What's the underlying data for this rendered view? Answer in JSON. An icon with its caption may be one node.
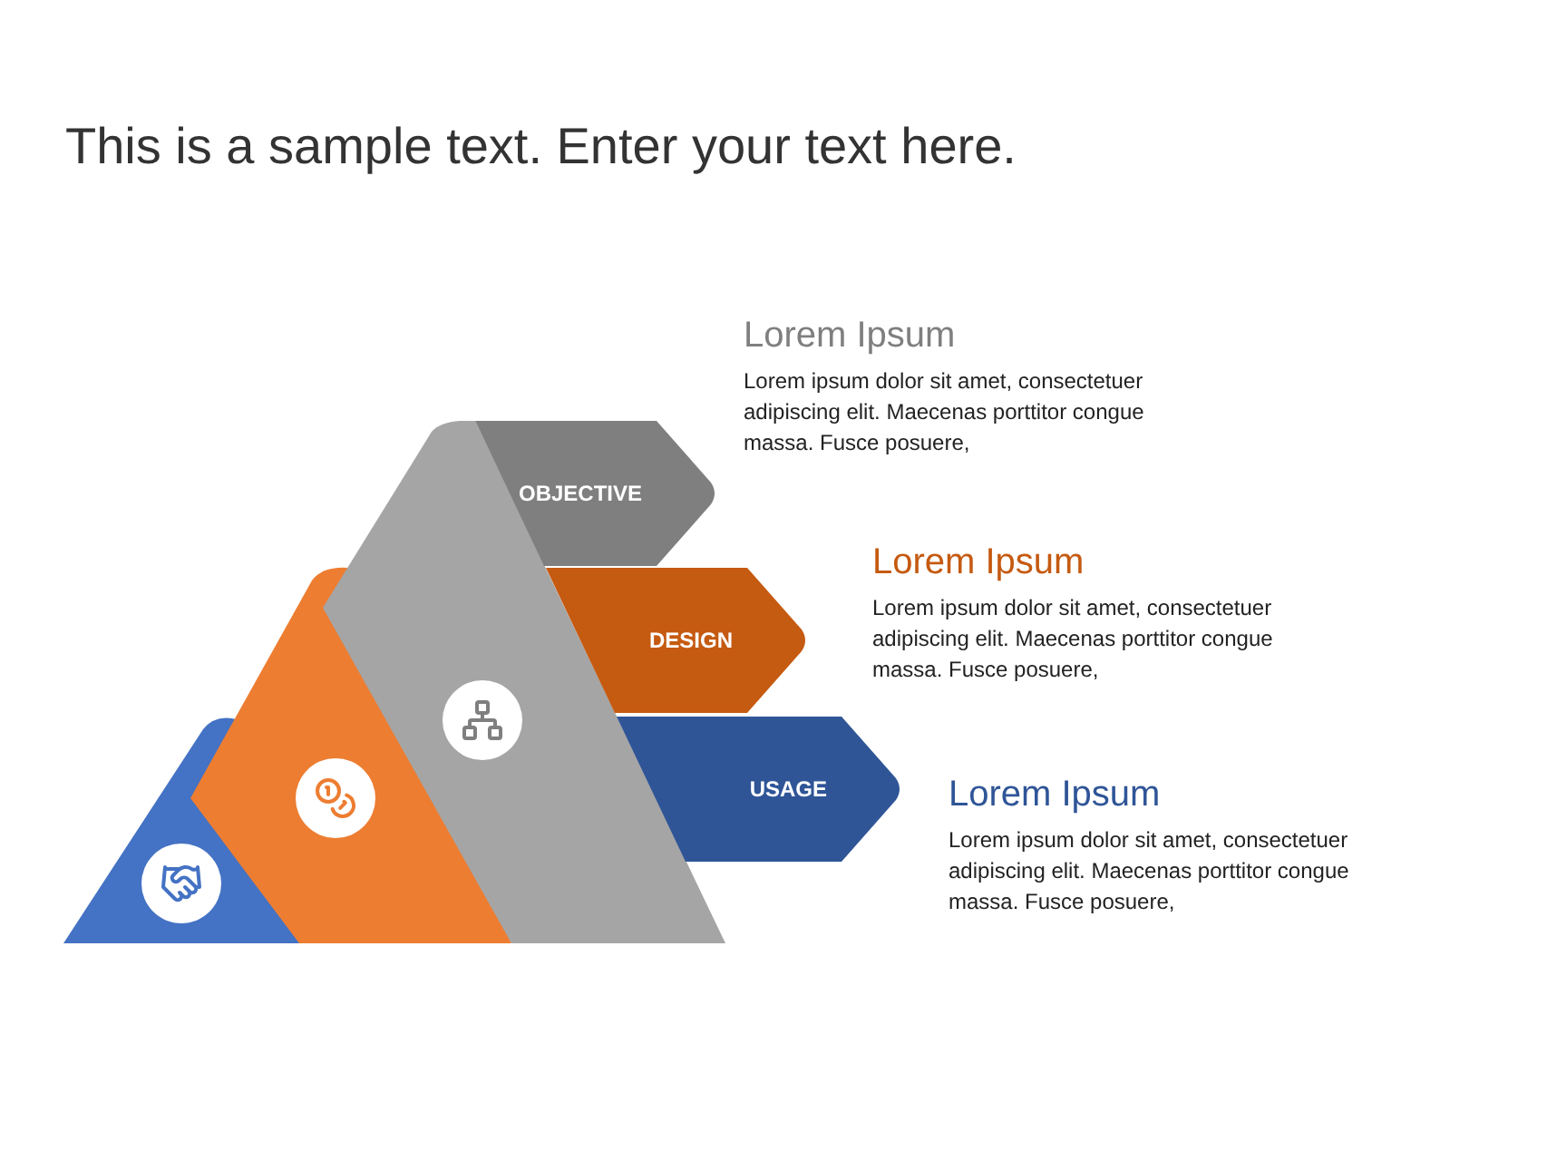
{
  "diagram": {
    "title": "This is a sample text. Enter your text here.",
    "nodes": [
      {
        "text": [
          "OBJECTIVE"
        ]
      },
      {
        "text": [
          "DESIGN"
        ]
      },
      {
        "text": [
          "USAGE"
        ]
      }
    ],
    "labels": [
      "Lorem Ipsum",
      "Lorem ipsum dolor sit amet, consectetuer adipiscing elit. Maecenas porttitor congue massa. Fusce posuere,",
      "Lorem Ipsum",
      "Lorem ipsum dolor sit amet, consectetuer adipiscing elit. Maecenas porttitor congue massa. Fusce posuere,",
      "Lorem Ipsum",
      "Lorem ipsum dolor sit amet, consectetuer adipiscing elit. Maecenas porttitor congue massa. Fusce posuere,"
    ]
  }
}
